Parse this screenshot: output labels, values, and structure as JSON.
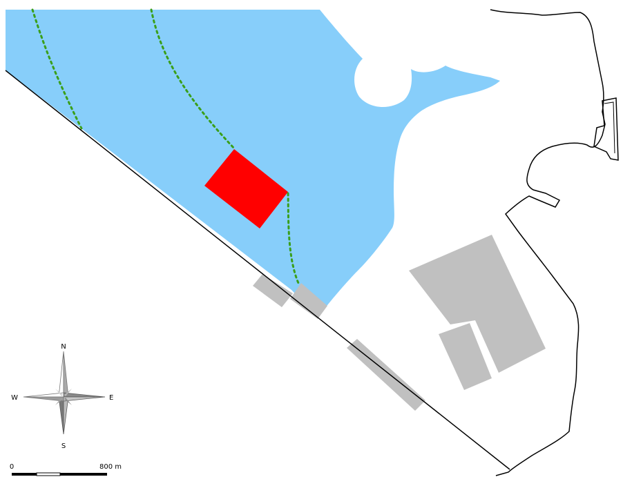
{
  "map": {
    "colors": {
      "water": "#87ceFA",
      "land": "#ffffff",
      "highlight": "#ff0000",
      "buildings": "#c0c0c0",
      "route": "#3a9f1a",
      "outline": "#000000"
    }
  },
  "compass": {
    "north": "N",
    "south": "S",
    "east": "E",
    "west": "W"
  },
  "scalebar": {
    "start_label": "0",
    "end_label": "800 m"
  }
}
